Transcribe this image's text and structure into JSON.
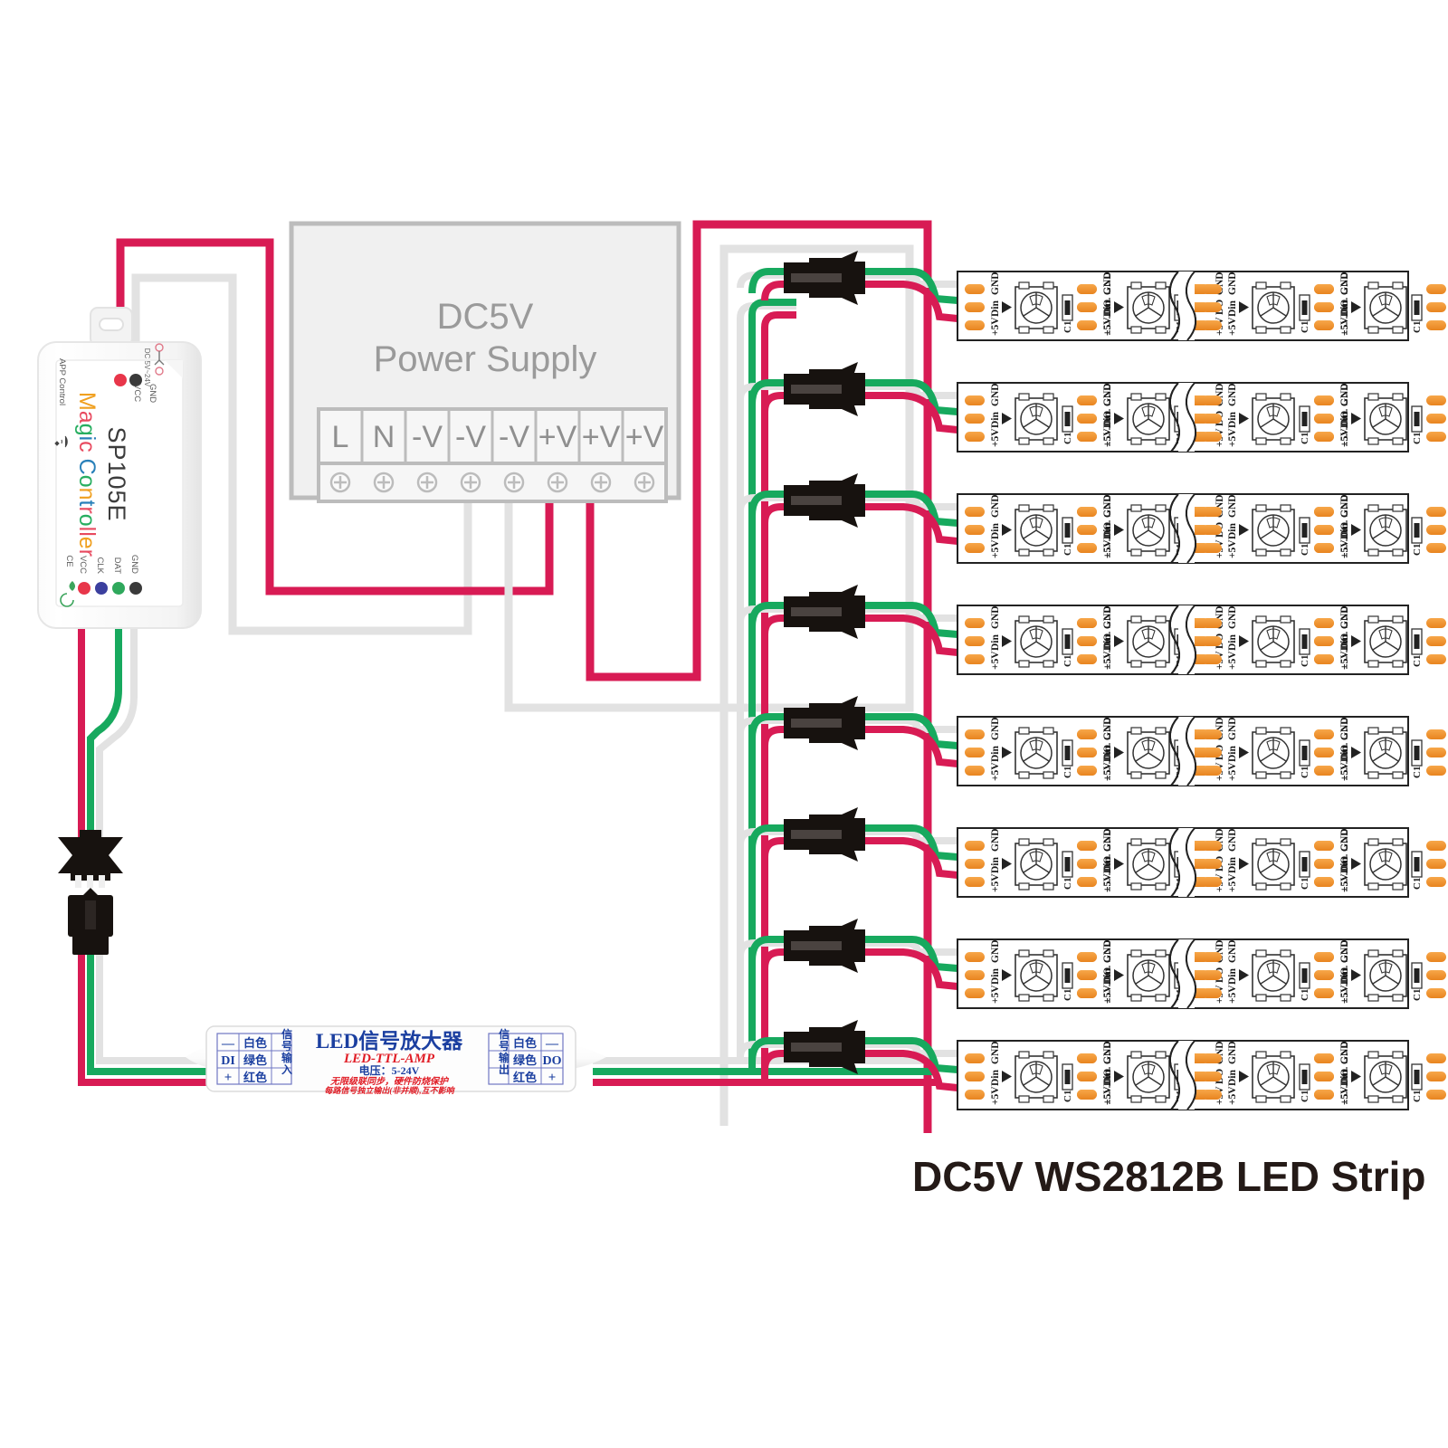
{
  "diagram": {
    "title": "DC5V WS2812B LED Strip",
    "colors": {
      "wire_red": "#d81b54",
      "wire_green": "#17a95e",
      "wire_white": "#e2e2e2",
      "psu_fill": "#f0f0f0",
      "psu_stroke": "#bcbcbc",
      "pad_orange": "#f0922b",
      "title_color": "#241a17"
    }
  },
  "power_supply": {
    "title_line1": "DC5V",
    "title_line2": "Power Supply",
    "terminals": [
      "L",
      "N",
      "-V",
      "-V",
      "-V",
      "+V",
      "+V",
      "+V"
    ]
  },
  "controller": {
    "model": "SP105E",
    "brand": "Magic Controller",
    "app_text": "APP Control",
    "voltage_text": "DC 5V~24V",
    "top_pins": [
      {
        "label": "GND",
        "color": "#3a3a3a"
      },
      {
        "label": "VCC",
        "color": "#e8364a"
      }
    ],
    "bottom_pins": [
      {
        "label": "GND",
        "color": "#3a3a3a"
      },
      {
        "label": "DAT",
        "color": "#2fa85c"
      },
      {
        "label": "CLK",
        "color": "#3b3f9e"
      },
      {
        "label": "VCC",
        "color": "#e8364a"
      }
    ],
    "cert_text": "CE"
  },
  "amplifier": {
    "title_cn": "LED信号放大器",
    "model": "LED-TTL-AMP",
    "voltage": "电压：5-24V",
    "note_line1": "无限级联同步，硬件防烧保护",
    "note_line2": "每路信号独立输出(非并顺),互不影响",
    "input_block": {
      "direction": "信号输入",
      "rows": [
        {
          "sym": "—",
          "color_cn": "白色",
          "sym_color": "#3b3f9e"
        },
        {
          "sym": "DI",
          "color_cn": "绿色",
          "sym_color": "#17a95e"
        },
        {
          "sym": "+",
          "color_cn": "红色",
          "sym_color": "#e01b24"
        }
      ]
    },
    "output_block": {
      "direction": "信号输出",
      "rows": [
        {
          "sym": "—",
          "color_cn": "白色",
          "sym_color": "#3b3f9e"
        },
        {
          "sym": "DO",
          "color_cn": "绿色",
          "sym_color": "#17a95e"
        },
        {
          "sym": "+",
          "color_cn": "红色",
          "sym_color": "#e01b24"
        }
      ]
    }
  },
  "led_strips": {
    "count": 8,
    "pads_in": [
      "GND",
      "Din",
      "+5V"
    ],
    "pads_out": [
      "GND",
      "DO",
      "+5V"
    ],
    "cap_label": "C1",
    "segments_per_strip": 4
  }
}
